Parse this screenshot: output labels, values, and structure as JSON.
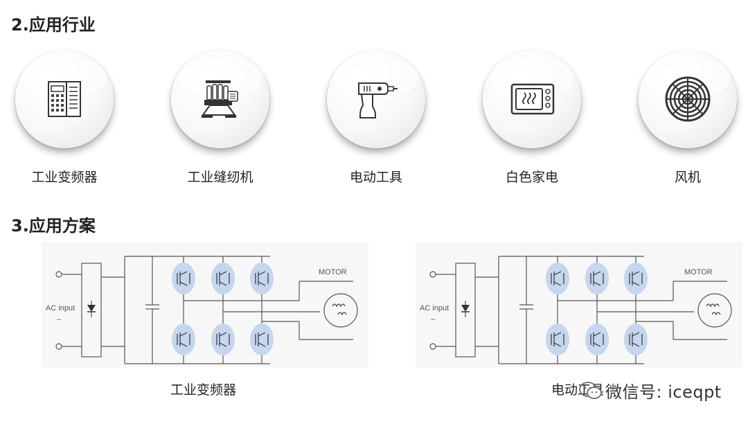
{
  "sections": {
    "industries_heading": "2.应用行业",
    "solutions_heading": "3.应用方案"
  },
  "industries": [
    {
      "label": "工业变频器",
      "icon": "inverter-cabinet-icon"
    },
    {
      "label": "工业缝纫机",
      "icon": "sewing-machine-icon"
    },
    {
      "label": "电动工具",
      "icon": "power-drill-icon"
    },
    {
      "label": "白色家电",
      "icon": "microwave-icon"
    },
    {
      "label": "风机",
      "icon": "fan-icon"
    }
  ],
  "diagrams": [
    {
      "ac_label": "AC input",
      "motor_label": "MOTOR",
      "caption": "工业变频器"
    },
    {
      "ac_label": "AC input",
      "motor_label": "MOTOR",
      "caption": "电动工具"
    }
  ],
  "watermark": "微信号: iceqpt",
  "colors": {
    "igbt_highlight": "#c5d6ee",
    "line": "#555555"
  }
}
